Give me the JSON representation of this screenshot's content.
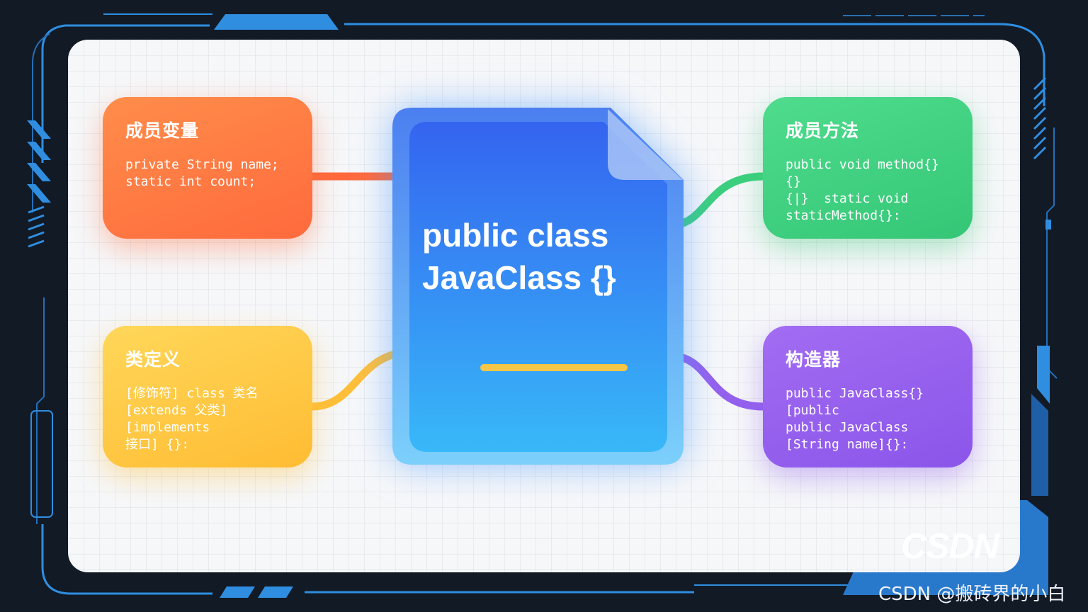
{
  "diagram": {
    "center": {
      "line1": "public class",
      "line2": "JavaClass {}"
    },
    "cards": {
      "member_variables": {
        "title": "成员变量",
        "code": "private String name;\nstatic int count;"
      },
      "class_definition": {
        "title": "类定义",
        "code": "[修饰符] class 类名\n[extends 父类]\n[implements\n接口] {}:"
      },
      "member_methods": {
        "title": "成员方法",
        "code": "public void method{}\n{}\n{|}  static void\nstaticMethod{}:"
      },
      "constructor": {
        "title": "构造器",
        "code": "public JavaClass{}\n[public\npublic JavaClass\n[String name]{}:"
      }
    },
    "colors": {
      "orange": "#ff7443",
      "yellow": "#ffc63f",
      "green": "#3ccf7e",
      "purple": "#9461ee",
      "doc_blue": "#3a72f0",
      "doc_cyan": "#3cb6f6",
      "frame_blue": "#2f8ee0"
    }
  },
  "logo": {
    "text": "CSDN"
  },
  "watermark": {
    "text": "CSDN @搬砖界的小白"
  }
}
